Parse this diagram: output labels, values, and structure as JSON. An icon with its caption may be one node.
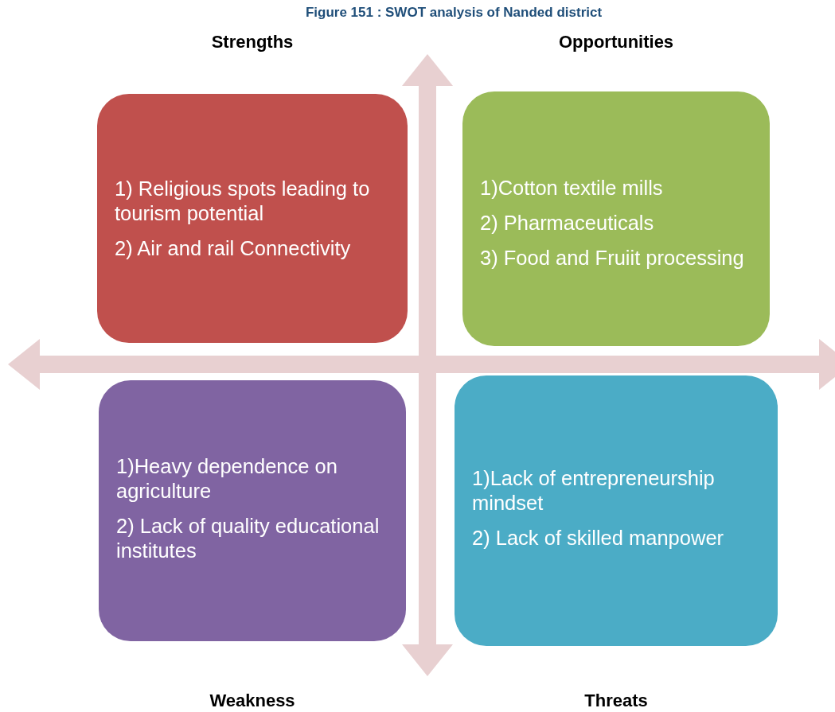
{
  "diagram": {
    "title": "Figure 151 : SWOT analysis of Nanded district",
    "nodes": [
      {
        "text": [
          "Strengths",
          "1) Religious spots leading to tourism potential",
          "2) Air and rail Connectivity"
        ]
      },
      {
        "text": [
          "Opportunities",
          "1)Cotton textile mills",
          "2) Pharmaceuticals",
          "3) Food  and Fruiit processing"
        ]
      },
      {
        "text": [
          "1)Heavy dependence  on agriculture",
          "2) Lack of  quality educational institutes",
          "Weakness"
        ]
      },
      {
        "text": [
          "1)Lack of entrepreneurship mindset",
          "2) Lack of skilled manpower",
          "Threats"
        ]
      }
    ]
  }
}
